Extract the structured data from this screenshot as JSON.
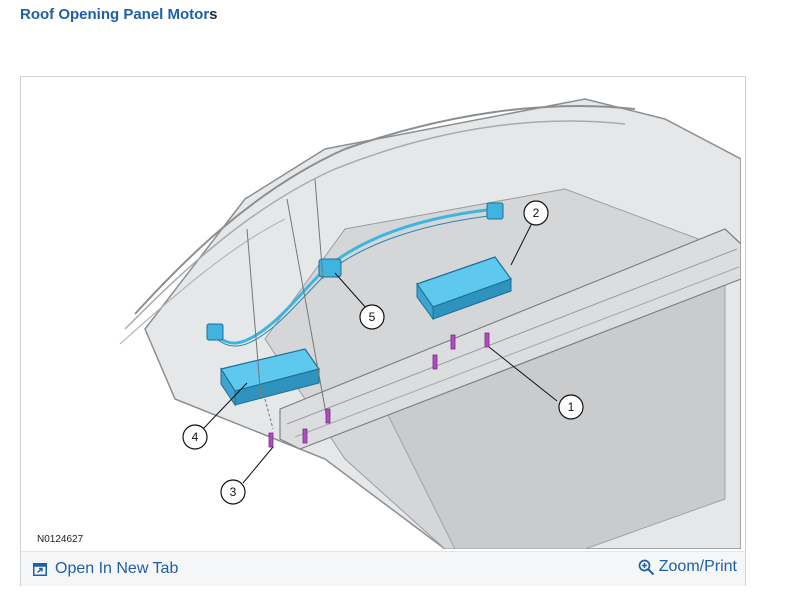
{
  "page": {
    "title_main": "Roof Opening Panel Motor",
    "title_tail": "s"
  },
  "figure": {
    "id_label": "N0124627",
    "callouts": [
      "1",
      "2",
      "3",
      "4",
      "5"
    ],
    "open_tab_label": "Open In New Tab",
    "zoom_label": "Zoom/Print",
    "icons": {
      "open_tab": "open-in-new-tab-icon",
      "zoom": "zoom-in-icon"
    },
    "colors": {
      "link": "#1f5fa8",
      "component": "#3fb4e0",
      "screw": "#b04bc0"
    }
  }
}
